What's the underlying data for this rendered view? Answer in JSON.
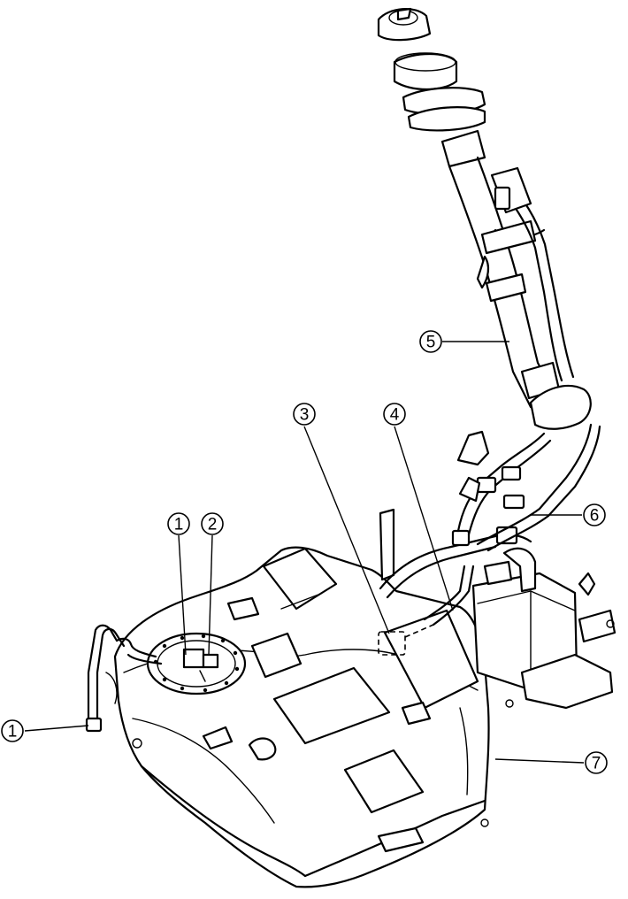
{
  "callouts": [
    {
      "id": "fuel-pump-unit",
      "label": "1"
    },
    {
      "id": "pump-connector",
      "label": "2"
    },
    {
      "id": "part-3",
      "label": "3"
    },
    {
      "id": "part-4",
      "label": "4"
    },
    {
      "id": "filler-pipe",
      "label": "5"
    },
    {
      "id": "vapor-hose",
      "label": "6"
    },
    {
      "id": "fuel-tank",
      "label": "7"
    },
    {
      "id": "fuel-line-end",
      "label": "1"
    }
  ]
}
